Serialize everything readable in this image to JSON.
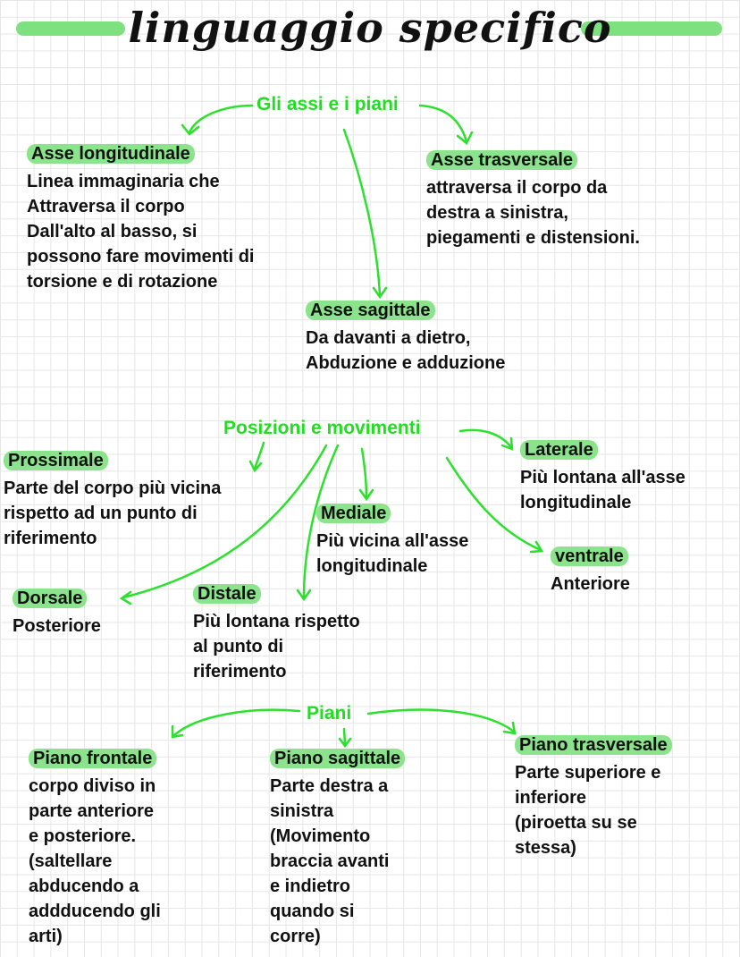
{
  "title": "linguaggio specifico",
  "colors": {
    "accent": "#22dd22",
    "highlight": "#8be48b",
    "bar": "#7fe07f"
  },
  "sections": {
    "assi": {
      "hub": "Gli assi e i piani",
      "longitudinale": {
        "heading": "Asse longitudinale",
        "body": "Linea immaginaria che\nAttraversa il corpo\nDall'alto al basso, si\npossono fare movimenti di\ntorsione e di rotazione"
      },
      "trasversale": {
        "heading": "Asse trasversale",
        "body": "attraversa il corpo da\ndestra a sinistra,\npiegamenti e distensioni."
      },
      "sagittale": {
        "heading": "Asse sagittale",
        "body": "Da davanti a dietro,\nAbduzione e adduzione"
      }
    },
    "posizioni": {
      "hub": "Posizioni e movimenti",
      "prossimale": {
        "heading": "Prossimale",
        "body": "Parte del corpo più vicina\nrispetto ad un punto di\nriferimento"
      },
      "laterale": {
        "heading": "Laterale",
        "body": "Più lontana all'asse\nlongitudinale"
      },
      "mediale": {
        "heading": "Mediale",
        "body": "Più vicina all'asse\nlongitudinale"
      },
      "ventrale": {
        "heading": "ventrale",
        "body": "Anteriore"
      },
      "dorsale": {
        "heading": "Dorsale",
        "body": "Posteriore"
      },
      "distale": {
        "heading": "Distale",
        "body": "Più lontana rispetto\nal punto di\nriferimento"
      }
    },
    "piani": {
      "hub": "Piani",
      "frontale": {
        "heading": "Piano frontale",
        "body": "corpo diviso in\nparte anteriore\ne posteriore.\n(saltellare\nabducendo a\naddducendo gli\narti)"
      },
      "sagittale": {
        "heading": "Piano sagittale",
        "body": "Parte destra a\nsinistra\n(Movimento\nbraccia avanti\ne indietro\nquando si\ncorre)"
      },
      "trasversale": {
        "heading": "Piano trasversale",
        "body": "Parte superiore e\ninferiore\n(piroetta su se\nstessa)"
      }
    }
  }
}
